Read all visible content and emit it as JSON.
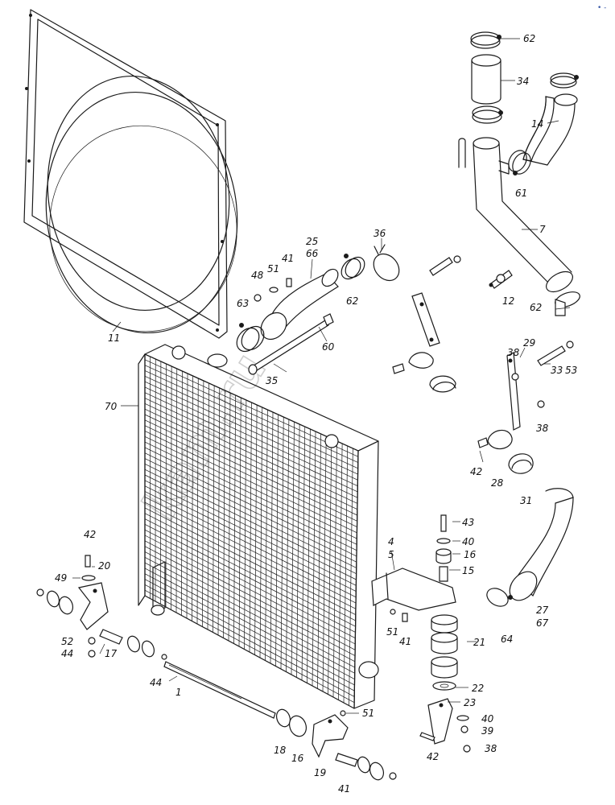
{
  "watermark": "kam.ru",
  "corner_mark": "• -",
  "labels": {
    "p62a": "62",
    "p34": "34",
    "p14": "14",
    "p61": "61",
    "p7": "7",
    "p62b": "62",
    "p36": "36",
    "p25": "25",
    "p66": "66",
    "p41a": "41",
    "p51a": "51",
    "p48": "48",
    "p63": "63",
    "p62c": "62",
    "p12": "12",
    "p11": "11",
    "p60": "60",
    "p35": "35",
    "p29": "29",
    "p38a": "38",
    "p33": "33",
    "p53": "53",
    "p70": "70",
    "p38b": "38",
    "p42a": "42",
    "p28": "28",
    "p31": "31",
    "p43": "43",
    "p40a": "40",
    "p16a": "16",
    "p4": "4",
    "p5": "5",
    "p15": "15",
    "p42b": "42",
    "p20": "20",
    "p49": "49",
    "p51b": "51",
    "p41b": "41",
    "p27": "27",
    "p67": "67",
    "p52": "52",
    "p17": "17",
    "p44a": "44",
    "p21": "21",
    "p64": "64",
    "p44b": "44",
    "p1": "1",
    "p22": "22",
    "p23": "23",
    "p51c": "51",
    "p40b": "40",
    "p39": "39",
    "p18": "18",
    "p16b": "16",
    "p42c": "42",
    "p38c": "38",
    "p19": "19",
    "p41c": "41"
  }
}
